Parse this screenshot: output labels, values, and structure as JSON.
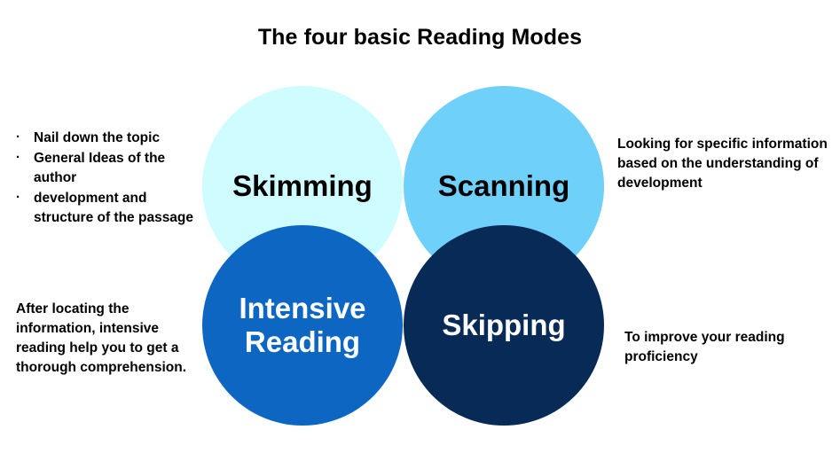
{
  "title": "The four basic Reading Modes",
  "diagram": {
    "type": "venn-four-circles",
    "circles": [
      {
        "id": "skimming",
        "label": "Skimming",
        "color": "#cffcfe",
        "text_color": "#000000",
        "position": "top-left"
      },
      {
        "id": "scanning",
        "label": "Scanning",
        "color": "#6fd0fa",
        "text_color": "#000000",
        "position": "top-right"
      },
      {
        "id": "intensive",
        "label": "Intensive\nReading",
        "color": "#0d66c2",
        "text_color": "#ffffff",
        "position": "bottom-left"
      },
      {
        "id": "skipping",
        "label": "Skipping",
        "color": "#072a56",
        "text_color": "#ffffff",
        "position": "bottom-right"
      }
    ]
  },
  "notes": {
    "skimming": {
      "bullet_glyph": "·",
      "items": [
        "Nail down the topic",
        "General Ideas of the author",
        "development and structure of the passage"
      ]
    },
    "scanning": {
      "text": "Looking for specific information based on the understanding of development"
    },
    "intensive": {
      "text": "After locating the information, intensive reading help you to get a thorough comprehension."
    },
    "skipping": {
      "text": "To improve your reading proficiency"
    }
  }
}
